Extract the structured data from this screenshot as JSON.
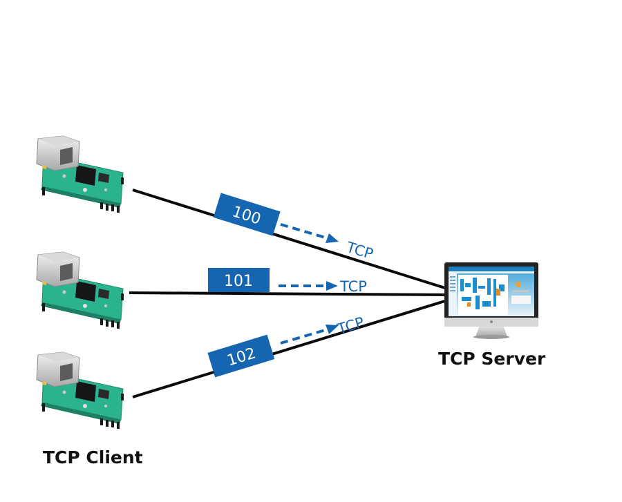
{
  "server": {
    "label": "TCP Server"
  },
  "client": {
    "label": "TCP Client"
  },
  "connections": [
    {
      "id_label": "100",
      "protocol": "TCP"
    },
    {
      "id_label": "101",
      "protocol": "TCP"
    },
    {
      "id_label": "102",
      "protocol": "TCP"
    }
  ],
  "colors": {
    "accent": "#1565b0",
    "line": "#0a0a0a",
    "pcb": "#2bb38f",
    "screen_frame": "#222222"
  },
  "icons": [
    "ethernet-module-icon",
    "monitor-icon"
  ]
}
